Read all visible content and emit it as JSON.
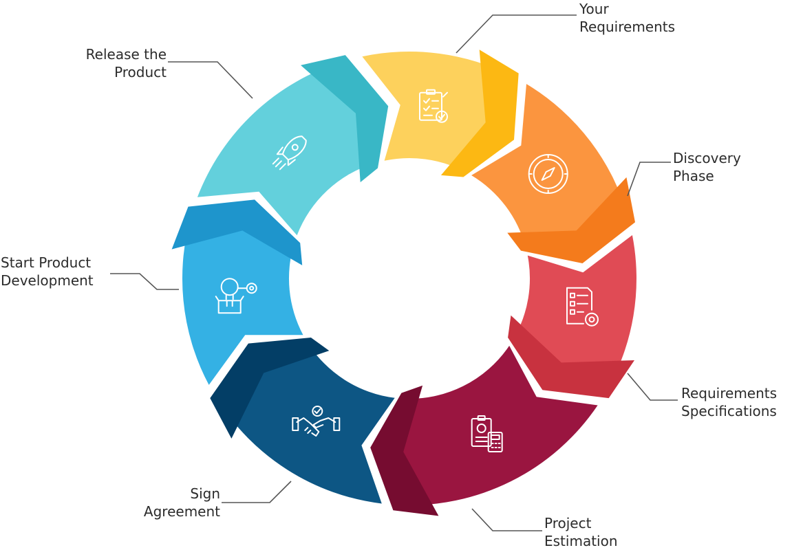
{
  "steps": [
    {
      "id": "your-requirements",
      "lines": [
        "Your",
        "Requirements"
      ],
      "icon": "clipboard-checklist-icon",
      "color": "#fdd15c",
      "tab": "#fcb813"
    },
    {
      "id": "discovery-phase",
      "lines": [
        "Discovery",
        "Phase"
      ],
      "icon": "compass-icon",
      "color": "#fb953f",
      "tab": "#f47b1c"
    },
    {
      "id": "requirements-specifications",
      "lines": [
        "Requirements",
        "Specifications"
      ],
      "icon": "document-gear-icon",
      "color": "#e04b55",
      "tab": "#c8323f"
    },
    {
      "id": "project-estimation",
      "lines": [
        "Project",
        "Estimation"
      ],
      "icon": "invoice-calculator-icon",
      "color": "#9a1540",
      "tab": "#760c30"
    },
    {
      "id": "sign-agreement",
      "lines": [
        "Sign",
        "Agreement"
      ],
      "icon": "handshake-icon",
      "color": "#0d5684",
      "tab": "#033e66"
    },
    {
      "id": "start-product-development",
      "lines": [
        "Start Product",
        "Development"
      ],
      "icon": "idea-box-gear-icon",
      "color": "#34b1e4",
      "tab": "#1e95cc"
    },
    {
      "id": "release-the-product",
      "lines": [
        "Release the",
        "Product"
      ],
      "icon": "rocket-icon",
      "color": "#63d0dc",
      "tab": "#39b7c6"
    }
  ]
}
